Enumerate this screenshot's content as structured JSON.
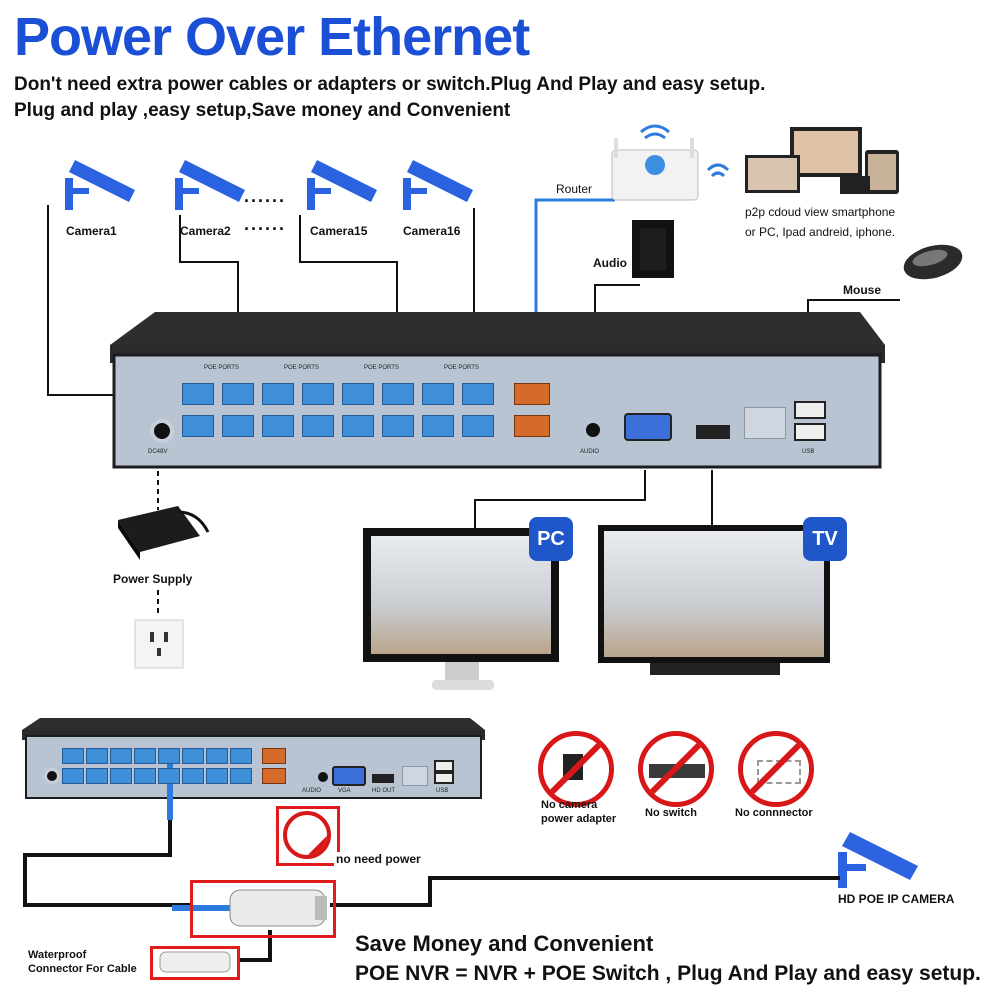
{
  "title": "Power Over Ethernet",
  "subtitle_line1": "Don't need extra power cables or adapters or switch.Plug And Play and easy setup.",
  "subtitle_line2": "Plug and play ,easy setup,Save money and Convenient",
  "cameras": {
    "camera1": "Camera1",
    "camera2": "Camera2",
    "camera15": "Camera15",
    "camera16": "Camera16",
    "dots": "......"
  },
  "router_label": "Router",
  "audio_label": "Audio",
  "mouse_label": "Mouse",
  "p2p_line1": "p2p cdoud view smartphone",
  "p2p_line2": "or PC, Ipad andreid, iphone.",
  "power_supply_label": "Power Supply",
  "pc_badge": "PC",
  "tv_badge": "TV",
  "nvr_port_labels": {
    "poe": "POE PORTS",
    "dc": "DC48V",
    "audio": "AUDIO",
    "usb": "USB",
    "vga": "VGA",
    "hdout": "HD OUT"
  },
  "no_items": {
    "adapter_line1": "No camera",
    "adapter_line2": "power adapter",
    "switch": "No switch",
    "connector": "No connnector"
  },
  "no_need_power": "no need power",
  "hd_poe_camera": "HD POE IP CAMERA",
  "waterproof_line1": "Waterproof",
  "waterproof_line2": "Connector For Cable",
  "bottom_line1": "Save Money and Convenient",
  "bottom_line2": "POE NVR = NVR + POE Switch , Plug And Play and easy setup.",
  "colors": {
    "title_blue": "#1a4fd6",
    "camera_blue": "#2a62e0",
    "badge_blue": "#1f56c9",
    "prohibit_red": "#d81818",
    "port_blue": "#3f8fd8",
    "lan_orange": "#d66a2b"
  }
}
